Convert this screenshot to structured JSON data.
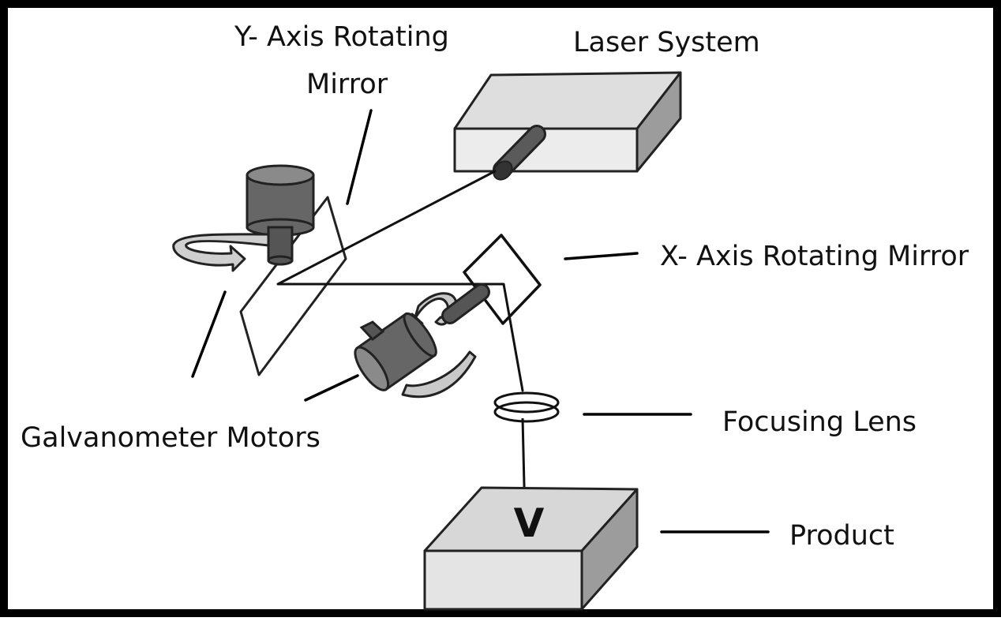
{
  "labels": {
    "y_mirror_line1": "Y- Axis Rotating",
    "y_mirror_line2": "Mirror",
    "laser_system": "Laser System",
    "x_mirror": "X- Axis Rotating Mirror",
    "galvo_motors": "Galvanometer Motors",
    "focusing_lens": "Focusing Lens",
    "product": "Product",
    "product_mark": "V"
  },
  "colors": {
    "frame": "#000000",
    "box_front": "#e6e6e6",
    "box_top": "#d2d2d2",
    "box_side": "#9a9a9a",
    "motor_dark": "#666666",
    "arrow_fill": "#c9c9c9"
  }
}
